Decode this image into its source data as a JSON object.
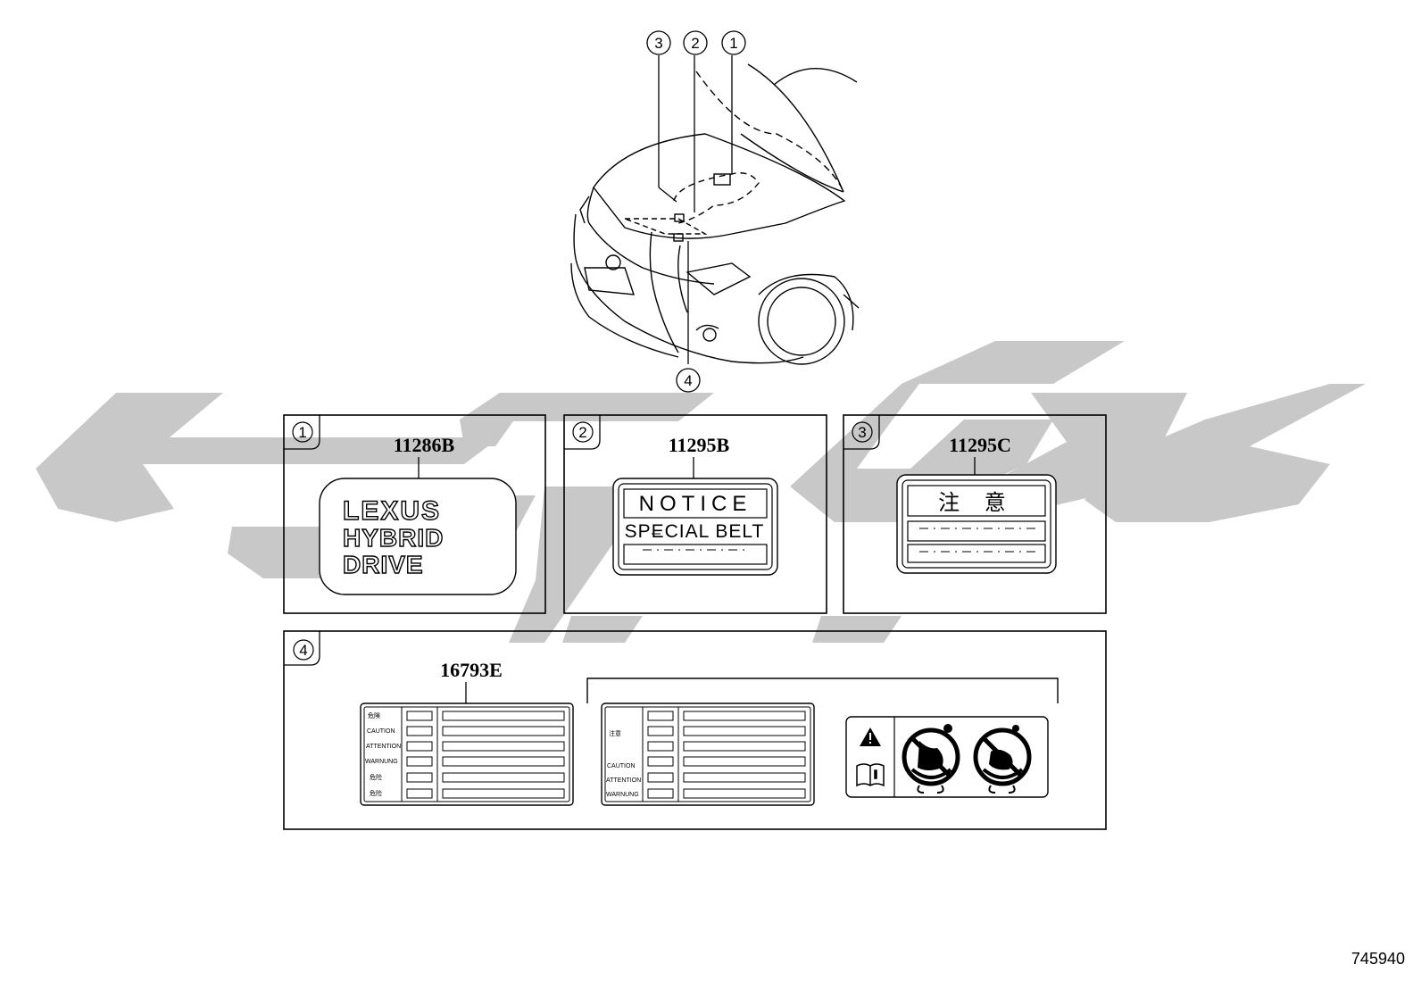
{
  "callouts": {
    "c1": "1",
    "c2": "2",
    "c3": "3",
    "c4": "4"
  },
  "panels": {
    "p1": {
      "index": "1",
      "part_number": "11286B",
      "label_lines": [
        "LEXUS",
        "HYBRID",
        "DRIVE"
      ]
    },
    "p2": {
      "index": "2",
      "part_number": "11295B",
      "label_lines": [
        "NOTICE",
        "SPECIAL BELT"
      ]
    },
    "p3": {
      "index": "3",
      "part_number": "11295C",
      "label_lines": [
        "注 意"
      ]
    },
    "p4": {
      "index": "4",
      "part_number": "16793E",
      "left_label_rows": [
        "危険",
        "CAUTION",
        "ATTENTION",
        "WARNUNG",
        "危险",
        "危险"
      ],
      "mid_label_rows": [
        "注意",
        "CAUTION",
        "ATTENTION",
        "WARNUNG"
      ]
    }
  },
  "diagram_id": "745940",
  "watermark_color": "#c8c8c8"
}
